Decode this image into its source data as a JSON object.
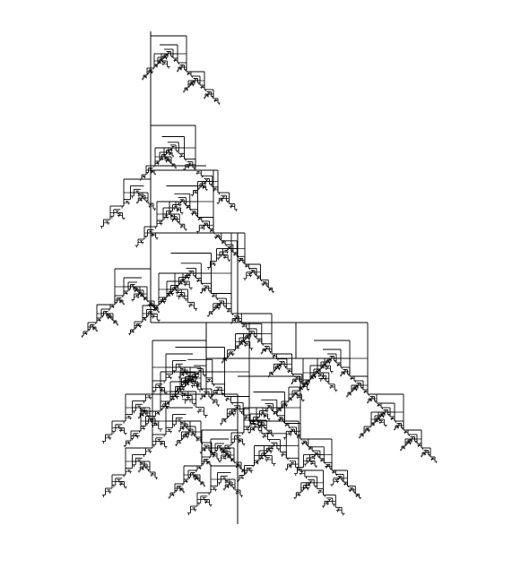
{
  "figure": {
    "background_color": "#ffffff",
    "stroke_color": "#000000",
    "fractal": {
      "generations": 8,
      "branch_ratio": 0.5,
      "tick_ratio": 0.11
    }
  }
}
